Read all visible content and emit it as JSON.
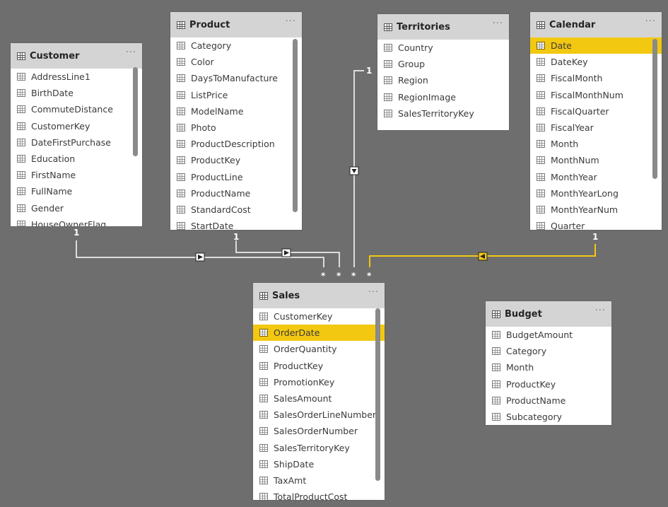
{
  "tables": [
    {
      "id": "customer",
      "title": "Customer",
      "more": "···",
      "fields": [
        "AddressLine1",
        "BirthDate",
        "CommuteDistance",
        "CustomerKey",
        "DateFirstPurchase",
        "Education",
        "FirstName",
        "FullName",
        "Gender",
        "HouseOwnerFlag"
      ],
      "selected": null
    },
    {
      "id": "product",
      "title": "Product",
      "more": "···",
      "fields": [
        "Category",
        "Color",
        "DaysToManufacture",
        "ListPrice",
        "ModelName",
        "Photo",
        "ProductDescription",
        "ProductKey",
        "ProductLine",
        "ProductName",
        "StandardCost",
        "StartDate"
      ],
      "selected": null
    },
    {
      "id": "territories",
      "title": "Territories",
      "more": "···",
      "fields": [
        "Country",
        "Group",
        "Region",
        "RegionImage",
        "SalesTerritoryKey"
      ],
      "selected": null
    },
    {
      "id": "calendar",
      "title": "Calendar",
      "more": "···",
      "fields": [
        "Date",
        "DateKey",
        "FiscalMonth",
        "FiscalMonthNum",
        "FiscalQuarter",
        "FiscalYear",
        "Month",
        "MonthNum",
        "MonthYear",
        "MonthYearLong",
        "MonthYearNum",
        "Quarter"
      ],
      "selected": 0
    },
    {
      "id": "sales",
      "title": "Sales",
      "more": "···",
      "fields": [
        "CustomerKey",
        "OrderDate",
        "OrderQuantity",
        "ProductKey",
        "PromotionKey",
        "SalesAmount",
        "SalesOrderLineNumber",
        "SalesOrderNumber",
        "SalesTerritoryKey",
        "ShipDate",
        "TaxAmt",
        "TotalProductCost"
      ],
      "selected": 1
    },
    {
      "id": "budget",
      "title": "Budget",
      "more": "···",
      "fields": [
        "BudgetAmount",
        "Category",
        "Month",
        "ProductKey",
        "ProductName",
        "Subcategory"
      ],
      "selected": null
    }
  ],
  "cardinality": {
    "customer_one": "1",
    "product_one": "1",
    "territories_one": "1",
    "calendar_one": "1",
    "many_1": "*",
    "many_2": "*",
    "many_3": "*",
    "many_4": "*"
  },
  "colors": {
    "canvas": "#6e6e6e",
    "header": "#d4d4d4",
    "highlight": "#f2c811",
    "line": "#ffffff",
    "active_line": "#f2c811"
  }
}
